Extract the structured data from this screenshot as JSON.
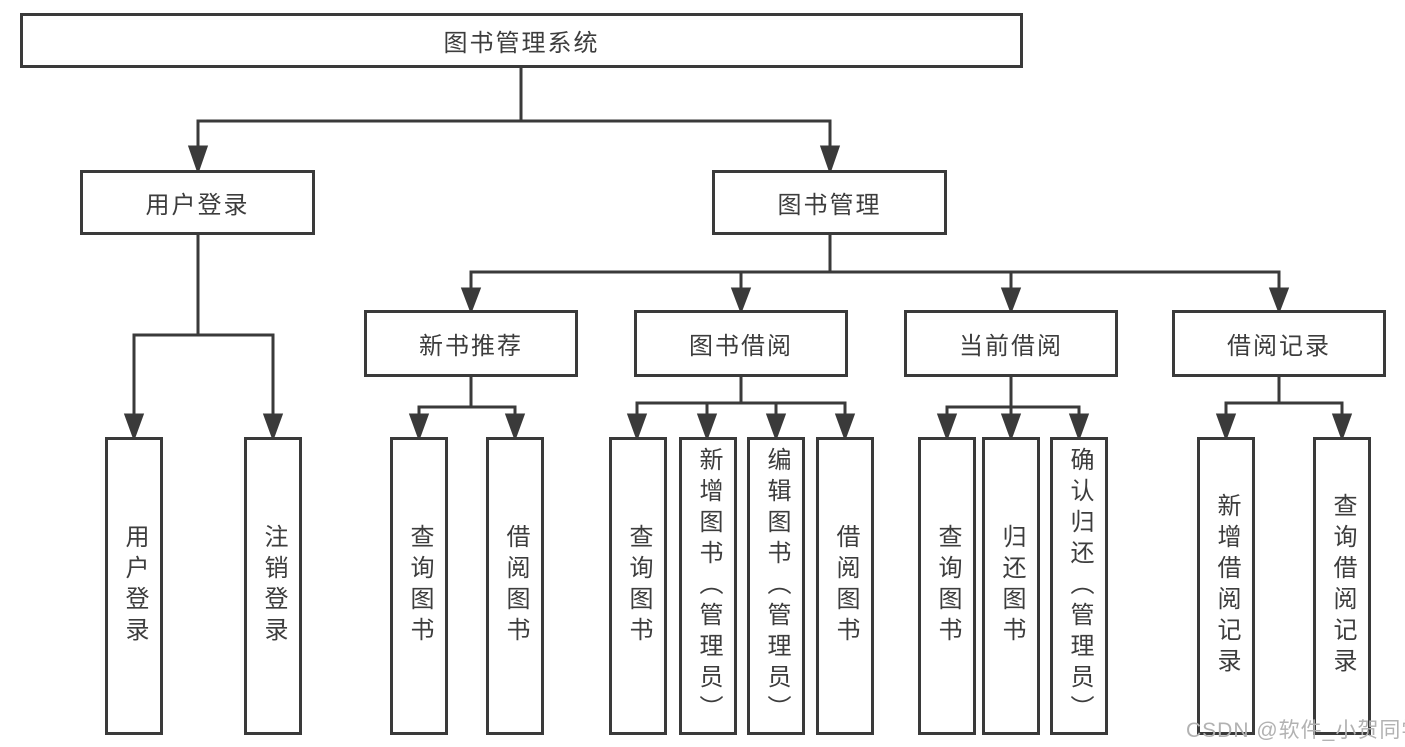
{
  "tree": {
    "label": "图书管理系统",
    "children": [
      {
        "label": "用户登录",
        "children": [
          {
            "label": "用户登录"
          },
          {
            "label": "注销登录"
          }
        ]
      },
      {
        "label": "图书管理",
        "children": [
          {
            "label": "新书推荐",
            "children": [
              {
                "label": "查询图书"
              },
              {
                "label": "借阅图书"
              }
            ]
          },
          {
            "label": "图书借阅",
            "children": [
              {
                "label": "查询图书"
              },
              {
                "label": "新增图书（管理员）"
              },
              {
                "label": "编辑图书（管理员）"
              },
              {
                "label": "借阅图书"
              }
            ]
          },
          {
            "label": "当前借阅",
            "children": [
              {
                "label": "查询图书"
              },
              {
                "label": "归还图书"
              },
              {
                "label": "确认归还（管理员）"
              }
            ]
          },
          {
            "label": "借阅记录",
            "children": [
              {
                "label": "新增借阅记录"
              },
              {
                "label": "查询借阅记录"
              }
            ]
          }
        ]
      }
    ]
  },
  "watermark": {
    "text": "CSDN @软件_小贺同学"
  },
  "colors": {
    "line": "#3a3a3a",
    "text": "#3d3d3d",
    "box_background": "#ffffff",
    "page_background": "#ffffff",
    "watermark": "#b2b2b2"
  }
}
